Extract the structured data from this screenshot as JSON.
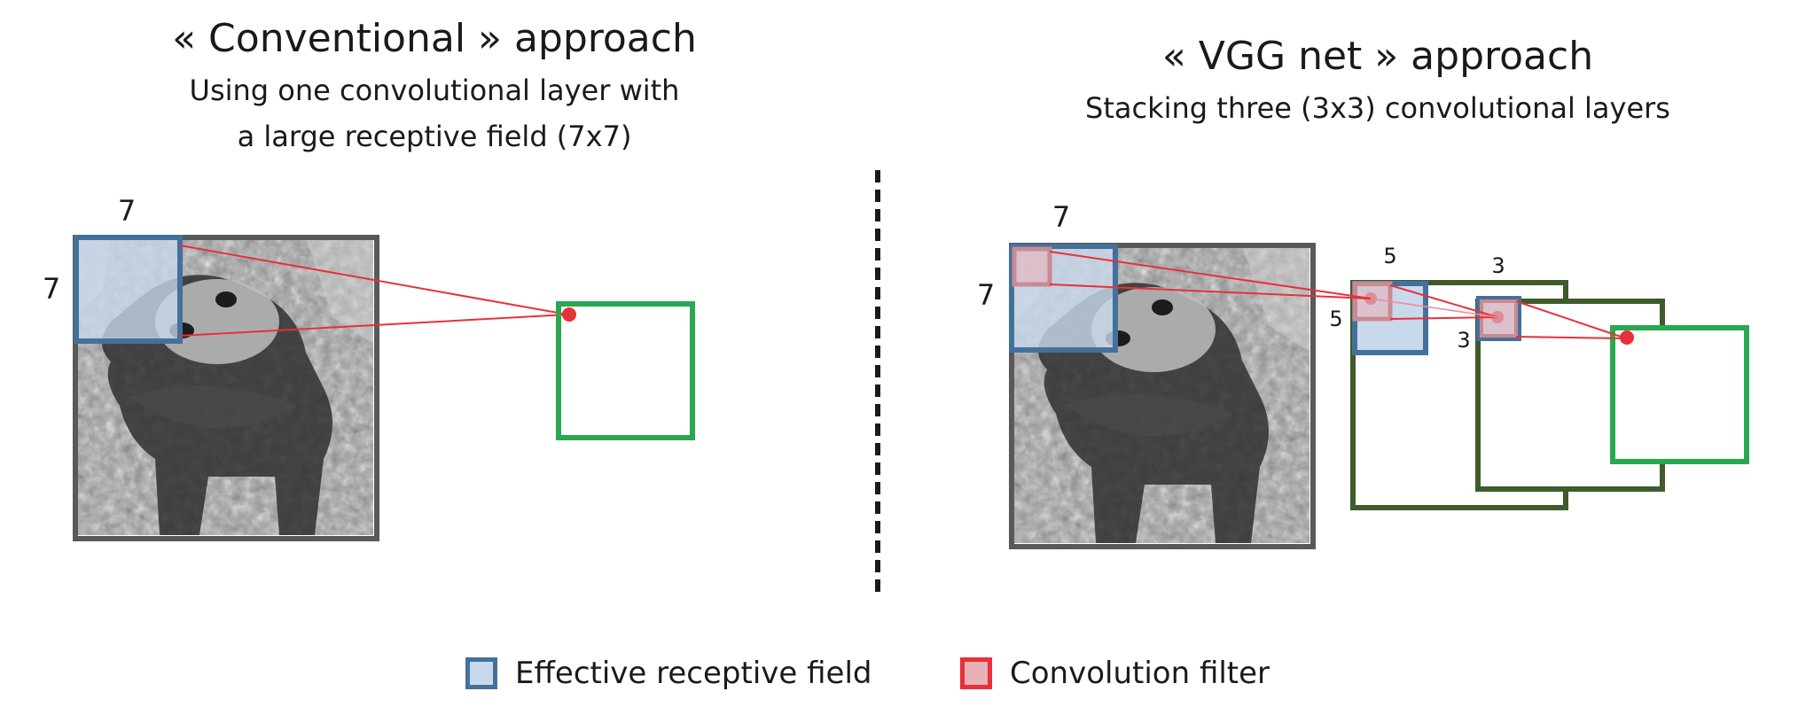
{
  "left_panel": {
    "title": "« Conventional » approach",
    "subtitle_line1": "Using one convolutional layer with",
    "subtitle_line2": "a large receptive field (7x7)",
    "kernel_width": "7",
    "kernel_height": "7"
  },
  "right_panel": {
    "title": "« VGG net » approach",
    "subtitle": "Stacking three (3x3) convolutional layers",
    "field_width": "7",
    "field_height": "7",
    "layer2_width": "5",
    "layer2_height": "5",
    "layer3_width": "3",
    "layer3_height": "3"
  },
  "legend": {
    "receptive_field": "Effective receptive field",
    "conv_filter": "Convolution filter"
  },
  "colors": {
    "receptive_field_border": "#44719b",
    "receptive_field_fill": "#c9d9ec",
    "conv_filter_border": "#e8303a",
    "conv_filter_fill": "#e7b1b7",
    "output_border": "#2aa84f",
    "layer_border": "#3e5b2c",
    "image_border": "#595959",
    "red_line": "#e8303a"
  },
  "icons": {
    "input_image": "grayscale-dog-photo"
  }
}
